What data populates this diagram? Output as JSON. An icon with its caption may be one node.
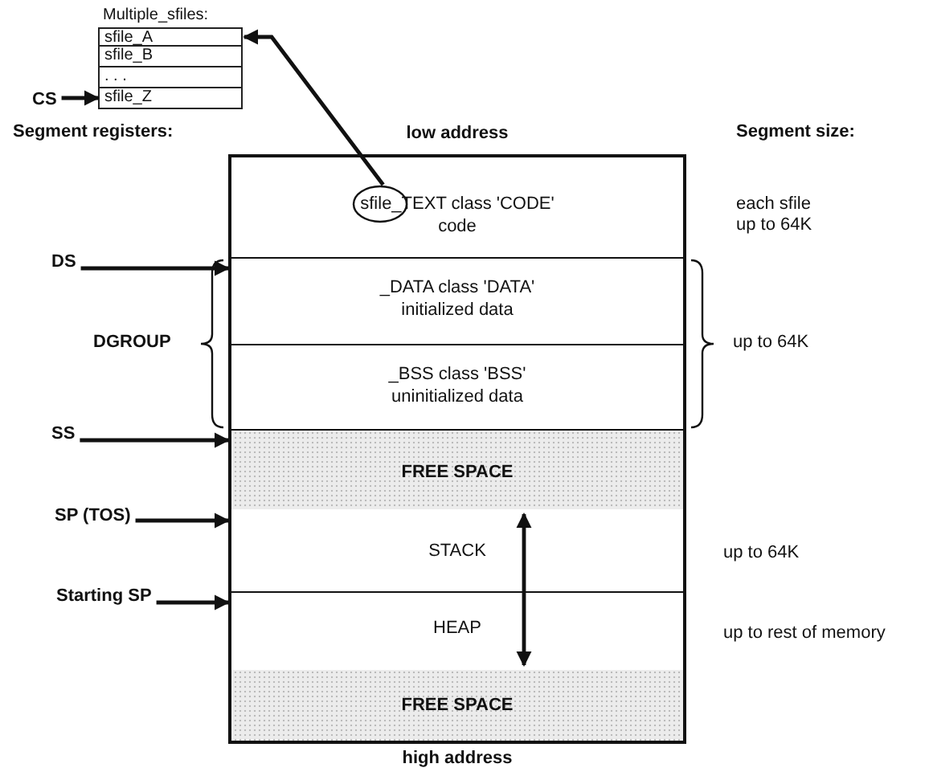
{
  "diagram": {
    "nodes": [
      {
        "text": [
          "Multiple_sfiles:"
        ]
      },
      {
        "text": [
          "sfile_A"
        ],
        "in": 0
      },
      {
        "text": [
          "sfile_B"
        ],
        "in": 0
      },
      {
        "text": [
          ". . ."
        ],
        "in": 0
      },
      {
        "text": [
          "sfile_Z"
        ],
        "in": 0
      },
      {
        "text": [
          "CS"
        ]
      },
      {
        "text": [
          "low address",
          "high address"
        ]
      },
      {
        "text": [
          "sfile_TEXT class 'CODE'",
          "code"
        ],
        "in": 6
      },
      {
        "text": [],
        "shape": "circle",
        "in": 7
      },
      {
        "text": [
          "_DATA class 'DATA'",
          "initialized data"
        ],
        "in": 6
      },
      {
        "text": [
          "_BSS class 'BSS'",
          "uninitialized data"
        ],
        "in": 6
      },
      {
        "text": [
          "FREE SPACE"
        ],
        "in": 6
      },
      {
        "text": [
          "STACK"
        ],
        "in": 6
      },
      {
        "text": [
          "HEAP"
        ],
        "in": 6
      },
      {
        "text": [
          "FREE SPACE"
        ],
        "in": 6
      },
      {
        "text": [
          "DS"
        ]
      },
      {
        "text": [
          "SS"
        ]
      },
      {
        "text": [
          "SP (TOS)"
        ]
      },
      {
        "text": [
          "Starting SP"
        ]
      }
    ],
    "edges": [
      {
        "from": 5,
        "to": 4,
        "arrow": "to"
      },
      {
        "from": 8,
        "to": 1,
        "arrow": "to"
      },
      {
        "from": 15,
        "to": 9,
        "arrow": "to"
      },
      {
        "from": 16,
        "to": 11,
        "arrow": "to"
      },
      {
        "from": 17,
        "to": 12,
        "arrow": "to"
      },
      {
        "from": 18,
        "to": 13,
        "arrow": "to"
      },
      {
        "from": 12,
        "to": 13,
        "arrow": "both"
      }
    ],
    "labels": [
      "Segment registers:",
      "Segment size:",
      "each sfile up to 64K",
      "DGROUP",
      "up to 64K",
      "up to 64K",
      "up to rest of memory"
    ]
  }
}
